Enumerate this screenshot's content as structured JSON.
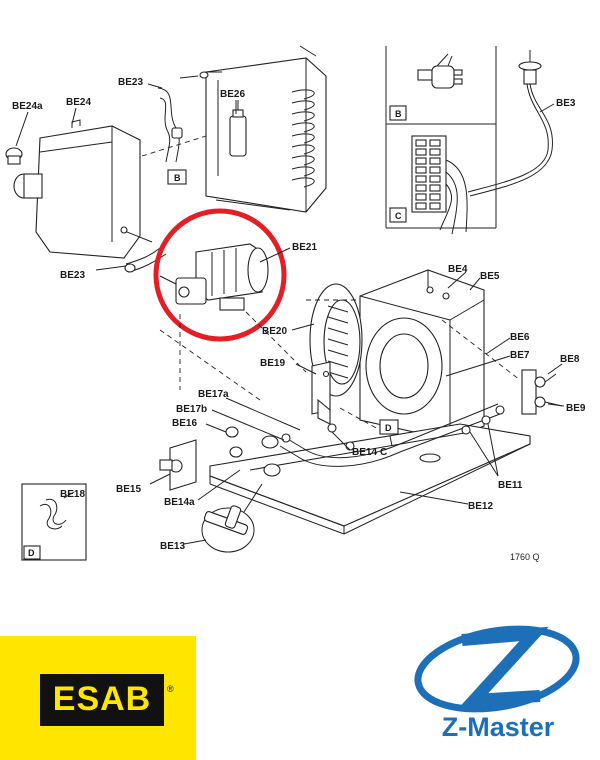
{
  "labels": {
    "be23_top": "BE23",
    "be24a": "BE24a",
    "be24": "BE24",
    "be26": "BE26",
    "b_left": "B",
    "be23_bottom": "BE23",
    "be21": "BE21",
    "be20": "BE20",
    "be4": "BE4",
    "be5": "BE5",
    "be6": "BE6",
    "be7": "BE7",
    "be8": "BE8",
    "be9": "BE9",
    "be19": "BE19",
    "be17a": "BE17a",
    "be17b": "BE17b",
    "be16": "BE16",
    "be14c": "BE14",
    "c_mid": "C",
    "d_mid": "D",
    "be15": "BE15",
    "be14a": "BE14a",
    "be11": "BE11",
    "be12": "BE12",
    "be13": "BE13",
    "be18": "BE18",
    "d_inset": "D",
    "be3": "BE3",
    "b_inset": "B",
    "c_inset": "C"
  },
  "drawing_code": "1760  Q",
  "brands": {
    "esab": {
      "text": "ESAB",
      "mark": "®",
      "background": "#ffe600",
      "box": "#111111"
    },
    "zmaster": {
      "text": "Z-Master",
      "color": "#1d6fb8"
    }
  },
  "highlight_color": "#e31e24"
}
